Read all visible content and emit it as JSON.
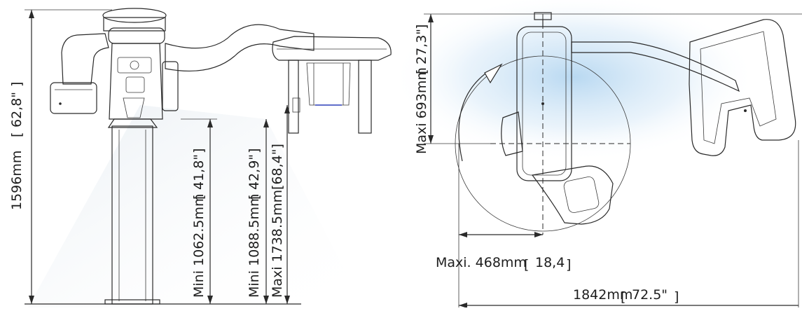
{
  "side_view": {
    "height_total": "1596mm",
    "height_total_inch": "62,8\"",
    "mini_1": "Mini 1062.5mm",
    "mini_1_inch": "41,8\"",
    "mini_2": "Mini 1088.5mm",
    "mini_2_inch": "42,9\"",
    "maxi_2": "Maxi 1738.5mm",
    "maxi_2_inch": "[68,4\"]"
  },
  "top_view": {
    "depth_max": "Maxi 693mm",
    "depth_max_inch": "27,3\"",
    "width_max_arm": "Maxi. 468mm",
    "width_max_arm_inch": "18,4",
    "width_total": "1842mm",
    "width_total_inch": "72.5\""
  },
  "colors": {
    "line": "#2a2a2a",
    "glow": "#7fb9e6"
  }
}
